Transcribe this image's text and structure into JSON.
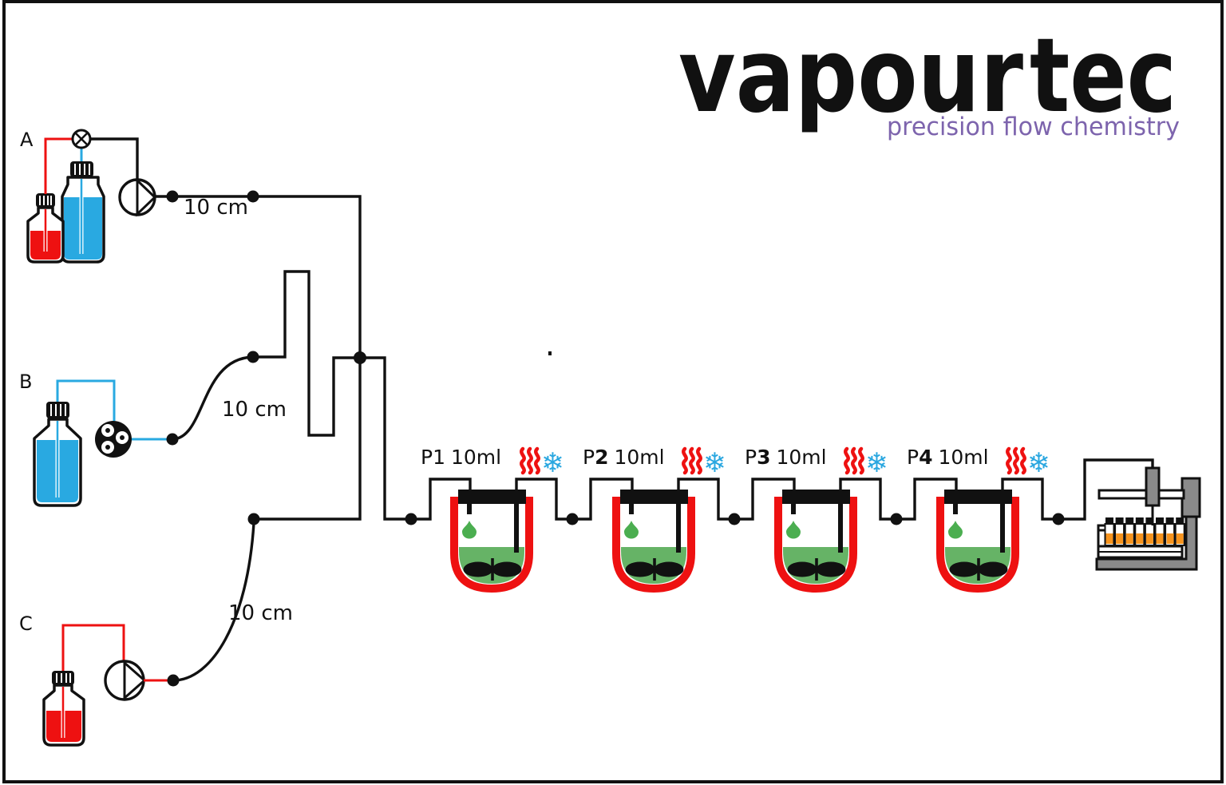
{
  "logo": {
    "word_main": "vapour",
    "word_accent": "tec",
    "tagline": "precision flow chemistry"
  },
  "inputs": [
    {
      "label": "A",
      "tube_length": "10 cm"
    },
    {
      "label": "B",
      "tube_length": "10 cm"
    },
    {
      "label": "C",
      "tube_length": "10 cm"
    }
  ],
  "reactors": [
    {
      "prefix": "P",
      "number": "1",
      "volume": "10ml"
    },
    {
      "prefix": "P",
      "number": "2",
      "volume": "10ml"
    },
    {
      "prefix": "P",
      "number": "3",
      "volume": "10ml"
    },
    {
      "prefix": "P",
      "number": "4",
      "volume": "10ml"
    }
  ],
  "icons": {
    "snowflake": "❄",
    "heat": "heat-waves",
    "valve": "mixing-valve",
    "piston_pump": "circle-triangle-pump",
    "peristaltic_pump": "three-roller-pump"
  },
  "colors": {
    "line": "#111111",
    "red": "#ee1111",
    "blue": "#29a9e1",
    "green_liquid": "#66b366",
    "green_drop": "#4bae50",
    "orange_vial": "#f7941e",
    "gray": "#8a8a8a",
    "logo_orange_start": "#e8542a",
    "logo_orange_end": "#f8a93a",
    "logo_purple": "#7d64ad",
    "snowflake_blue": "#2aa7e0"
  }
}
